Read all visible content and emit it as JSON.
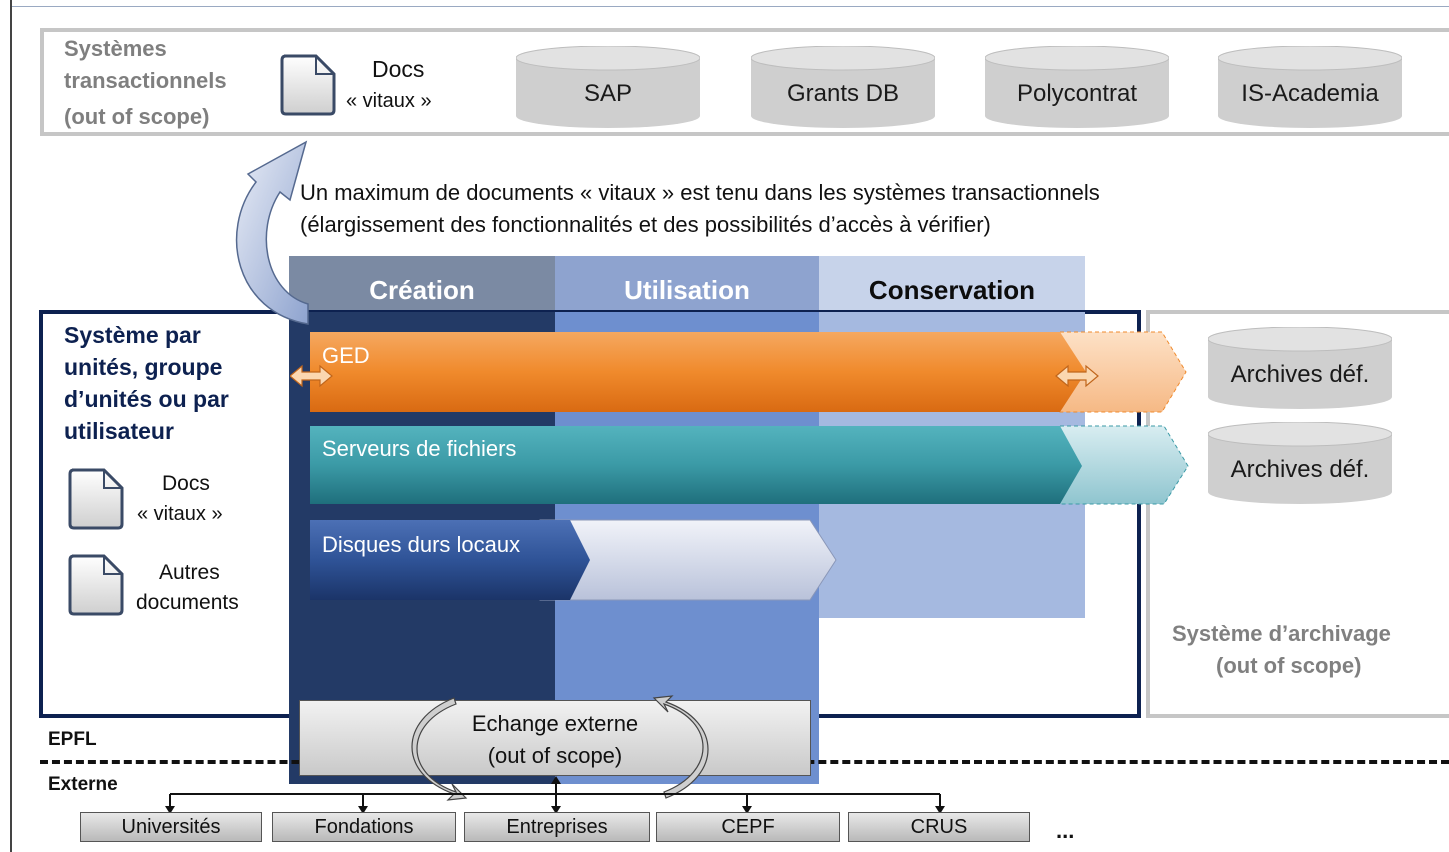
{
  "transactional": {
    "label_line1": "Systèmes",
    "label_line2": "transactionnels",
    "label_line3": "(out of scope)",
    "doc_line1": "Docs",
    "doc_line2": "« vitaux »",
    "databases": [
      "SAP",
      "Grants DB",
      "Polycontrat",
      "IS-Academia"
    ]
  },
  "note": {
    "line1": "Un maximum de documents « vitaux » est tenu dans les systèmes transactionnels",
    "line2": "(élargissement des fonctionnalités et des possibilités d’accès à vérifier)"
  },
  "phases": {
    "creation": "Création",
    "utilisation": "Utilisation",
    "conservation": "Conservation"
  },
  "unit_system": {
    "label_line1": "Système par",
    "label_line2": "unités, groupe",
    "label_line3": "d’unités ou par",
    "label_line4": "utilisateur",
    "doc1_line1": "Docs",
    "doc1_line2": "« vitaux »",
    "doc2_line1": "Autres",
    "doc2_line2": "documents"
  },
  "bars": {
    "ged": "GED",
    "servers": "Serveurs de fichiers",
    "local": "Disques durs locaux"
  },
  "archives": {
    "db1": "Archives déf.",
    "db2": "Archives déf.",
    "system_line1": "Système d’archivage",
    "system_line2": "(out of scope)"
  },
  "exchange": {
    "line1": "Echange externe",
    "line2": "(out of scope)"
  },
  "boundary": {
    "epfl": "EPFL",
    "external": "Externe"
  },
  "external_partners": [
    "Universités",
    "Fondations",
    "Entreprises",
    "CEPF",
    "CRUS"
  ],
  "ellipsis": "...",
  "colors": {
    "creation": "#7b8aa3",
    "utilisation": "#8ea3cf",
    "conservation": "#c7d3ea",
    "dark_navy": "#233a66",
    "mid_blue": "#6e8fcf",
    "light_blue": "#a5b9e0",
    "ged_orange": "#f08a2c",
    "teal": "#3b9aa6",
    "border_navy": "#0d2150"
  }
}
